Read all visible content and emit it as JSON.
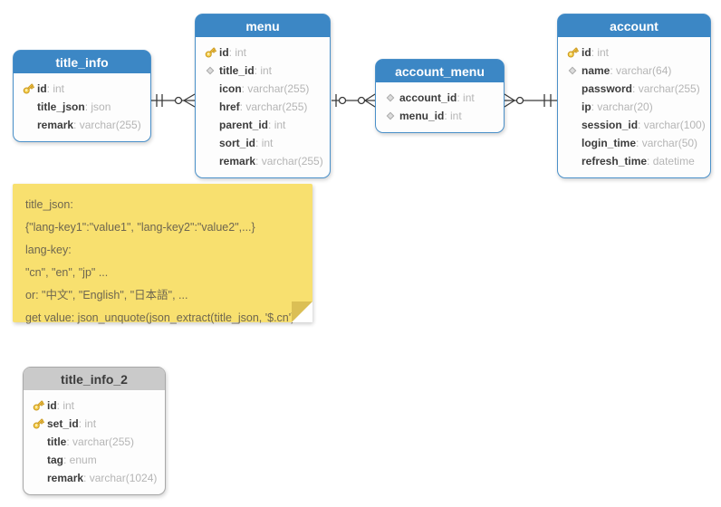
{
  "tables": {
    "title_info": {
      "title": "title_info",
      "fields": [
        {
          "icon": "primary-key",
          "name": "id",
          "type": "int"
        },
        {
          "icon": "none",
          "name": "title_json",
          "type": "json"
        },
        {
          "icon": "none",
          "name": "remark",
          "type": "varchar(255)"
        }
      ]
    },
    "menu": {
      "title": "menu",
      "fields": [
        {
          "icon": "primary-key",
          "name": "id",
          "type": "int"
        },
        {
          "icon": "foreign-key",
          "name": "title_id",
          "type": "int"
        },
        {
          "icon": "none",
          "name": "icon",
          "type": "varchar(255)"
        },
        {
          "icon": "none",
          "name": "href",
          "type": "varchar(255)"
        },
        {
          "icon": "none",
          "name": "parent_id",
          "type": "int"
        },
        {
          "icon": "none",
          "name": "sort_id",
          "type": "int"
        },
        {
          "icon": "none",
          "name": "remark",
          "type": "varchar(255)"
        }
      ]
    },
    "account_menu": {
      "title": "account_menu",
      "fields": [
        {
          "icon": "foreign-key",
          "name": "account_id",
          "type": "int"
        },
        {
          "icon": "foreign-key",
          "name": "menu_id",
          "type": "int"
        }
      ]
    },
    "account": {
      "title": "account",
      "fields": [
        {
          "icon": "primary-key",
          "name": "id",
          "type": "int"
        },
        {
          "icon": "foreign-key",
          "name": "name",
          "type": "varchar(64)"
        },
        {
          "icon": "none",
          "name": "password",
          "type": "varchar(255)"
        },
        {
          "icon": "none",
          "name": "ip",
          "type": "varchar(20)"
        },
        {
          "icon": "none",
          "name": "session_id",
          "type": "varchar(100)"
        },
        {
          "icon": "none",
          "name": "login_time",
          "type": "varchar(50)"
        },
        {
          "icon": "none",
          "name": "refresh_time",
          "type": "datetime"
        }
      ]
    },
    "title_info_2": {
      "title": "title_info_2",
      "fields": [
        {
          "icon": "primary-key",
          "name": "id",
          "type": "int"
        },
        {
          "icon": "primary-key",
          "name": "set_id",
          "type": "int"
        },
        {
          "icon": "none",
          "name": "title",
          "type": "varchar(255)"
        },
        {
          "icon": "none",
          "name": "tag",
          "type": "enum"
        },
        {
          "icon": "none",
          "name": "remark",
          "type": "varchar(1024)"
        }
      ]
    }
  },
  "note": {
    "lines": [
      "title_json:",
      "{\"lang-key1\":\"value1\", \"lang-key2\":\"value2\",...}",
      "lang-key:",
      "\"cn\", \"en\", \"jp\" ...",
      "or: \"中文\", \"English\", \"日本語\", ...",
      "get value: json_unquote(json_extract(title_json, '$.cn')"
    ]
  },
  "connectors": [
    {
      "from": "title_info",
      "to": "menu",
      "from_cardinality": "one-and-only-one",
      "to_cardinality": "zero-or-many"
    },
    {
      "from": "menu",
      "to": "account_menu",
      "from_cardinality": "one-optional",
      "to_cardinality": "zero-or-many"
    },
    {
      "from": "account_menu",
      "to": "account",
      "from_cardinality": "zero-or-many",
      "to_cardinality": "one-and-only-one"
    }
  ],
  "colors": {
    "table_header_blue": "#3c87c5",
    "table_border_blue": "#4a90c9",
    "table_header_gray": "#cacaca",
    "note_bg": "#f8e06f",
    "note_fold": "#dbbf55",
    "key_icon_gold": "#f0c243",
    "connector_stroke": "#3a3a3a"
  }
}
